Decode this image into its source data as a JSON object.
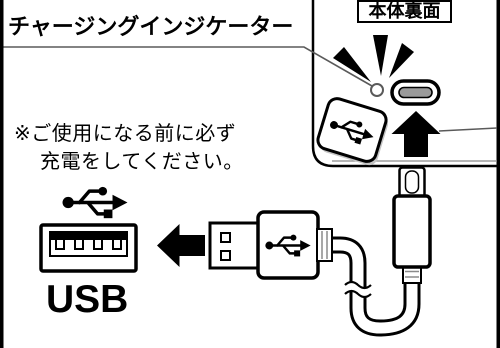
{
  "title": "チャージングインジケーター",
  "device_label": "本体裏面",
  "notice": {
    "line1": "※ご使用になる前に必ず",
    "line2": "充電をしてください。"
  },
  "port_label": "USB",
  "icons": {
    "usb_symbol": "usb-icon",
    "plug_direction": "arrow-left-icon",
    "port_direction": "arrow-up-icon",
    "indicator": "led-indicator-icon"
  },
  "colors": {
    "ink": "#000000",
    "paper": "#ffffff",
    "leader_line": "#5a5a5a",
    "port_slot": "#9a9a9a",
    "ridge": "#8a8a8a",
    "sticker_shadow": "#c4c4c4"
  }
}
